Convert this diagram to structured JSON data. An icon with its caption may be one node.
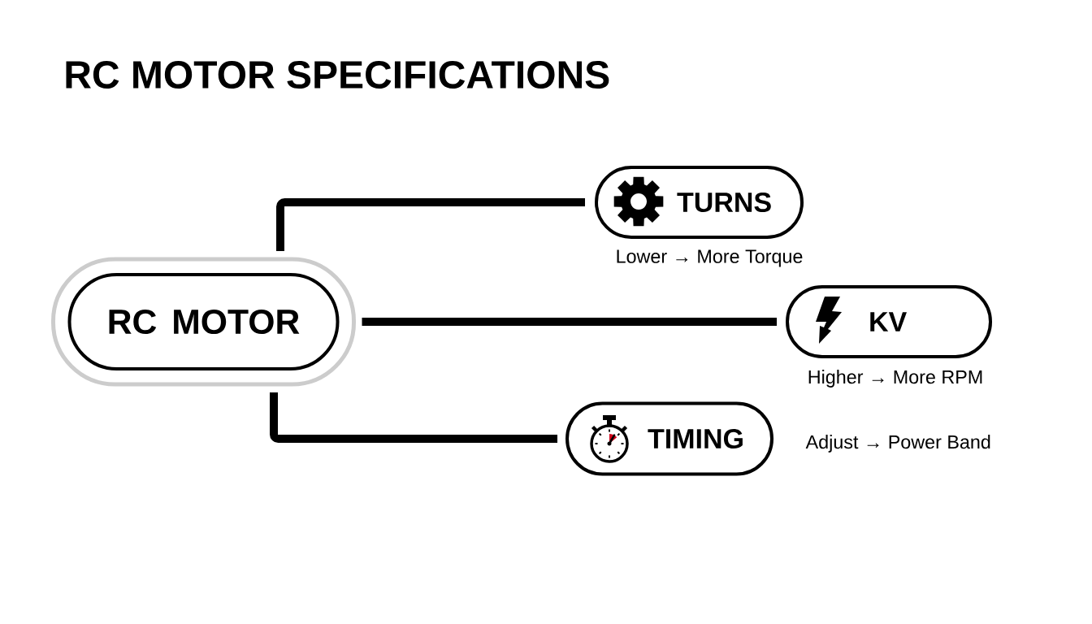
{
  "diagram": {
    "title": "RC MOTOR SPECIFICATIONS",
    "nodes": [
      {
        "text": [
          "RC MOTOR"
        ]
      },
      {
        "text": [
          "TURNS"
        ],
        "beside": [
          "Lower → More Torque"
        ]
      },
      {
        "text": [
          "KV"
        ],
        "beside": [
          "Higher → More RPM"
        ]
      },
      {
        "text": [
          "TIMING"
        ],
        "beside": [
          "Adjust → Power Band"
        ]
      }
    ],
    "edges": [
      {
        "from": 0,
        "to": 1,
        "arrow": "none"
      },
      {
        "from": 0,
        "to": 2,
        "arrow": "none"
      },
      {
        "from": 0,
        "to": 3,
        "arrow": "none"
      }
    ]
  }
}
